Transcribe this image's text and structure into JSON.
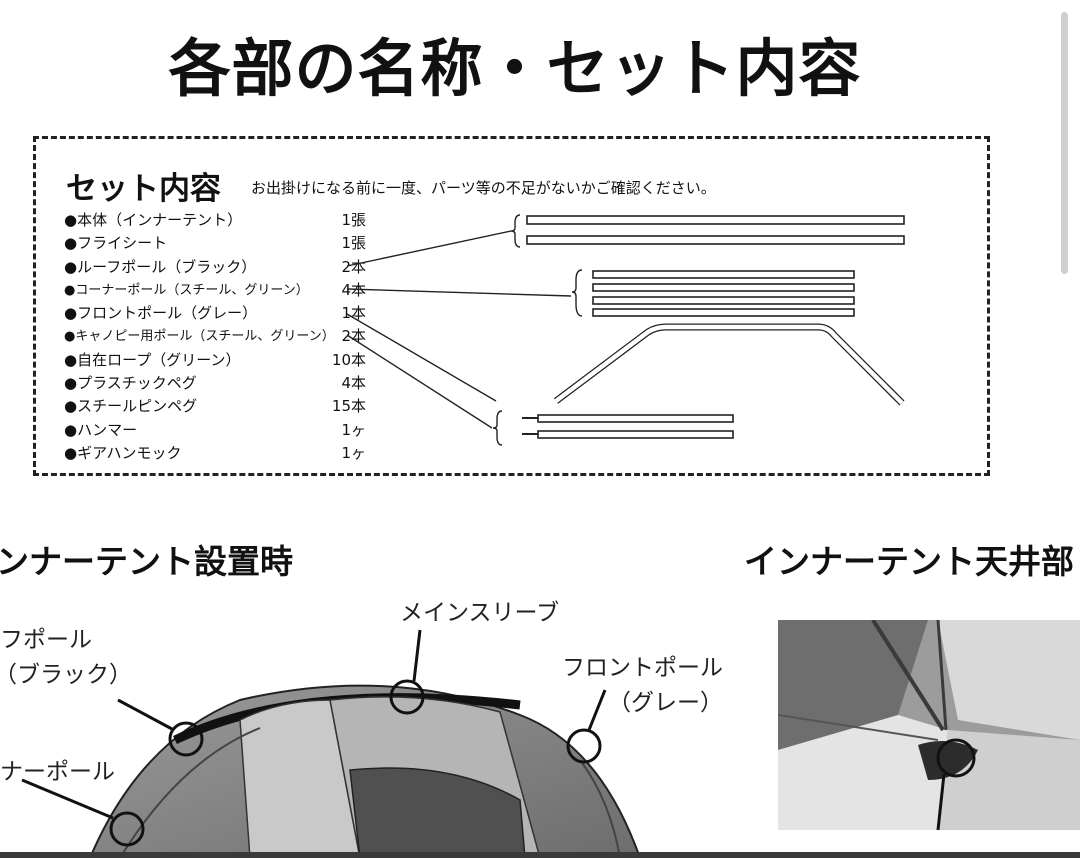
{
  "title": "各部の名称・セット内容",
  "set_contents": {
    "heading": "セット内容",
    "note": "お出掛けになる前に一度、パーツ等の不足がないかご確認ください。",
    "items": [
      {
        "name": "●本体（インナーテント）",
        "qty": "1張"
      },
      {
        "name": "●フライシート",
        "qty": "1張"
      },
      {
        "name": "●ルーフポール（ブラック）",
        "qty": "2本"
      },
      {
        "name": "●コーナーポール（スチール、グリーン）",
        "qty": "4本"
      },
      {
        "name": "●フロントポール（グレー）",
        "qty": "1本"
      },
      {
        "name": "●キャノピー用ポール（スチール、グリーン）",
        "qty": "2本"
      },
      {
        "name": "●自在ロープ（グリーン）",
        "qty": "10本"
      },
      {
        "name": "●プラスチックペグ",
        "qty": "4本"
      },
      {
        "name": "●スチールピンペグ",
        "qty": "15本"
      },
      {
        "name": "●ハンマー",
        "qty": "1ヶ"
      },
      {
        "name": "●ギアハンモック",
        "qty": "1ヶ"
      }
    ]
  },
  "sections": {
    "inner_tent_setup": "ンナーテント設置時",
    "inner_tent_ceiling": "インナーテント天井部"
  },
  "callouts": {
    "main_sleeve": "メインスリーブ",
    "roof_pole_line1": "フポール",
    "roof_pole_line2": "（ブラック）",
    "front_pole_line1": "フロントポール",
    "front_pole_line2": "（グレー）",
    "corner_pole": "ナーポール"
  }
}
